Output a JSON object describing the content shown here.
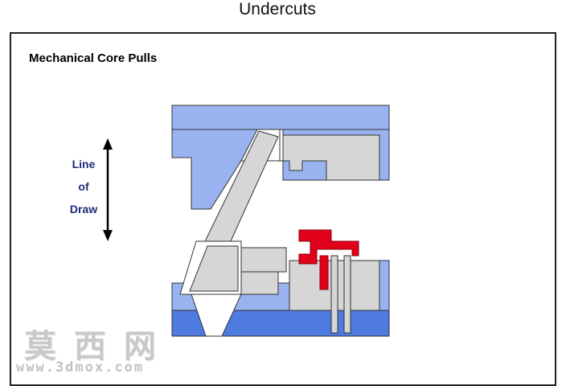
{
  "page": {
    "title": "Undercuts"
  },
  "panel": {
    "heading": "Mechanical Core Pulls",
    "line_of_draw": [
      "Line",
      "of",
      "Draw"
    ]
  },
  "colors": {
    "plate_blue": "#99b3f0",
    "plate_blue_dark": "#4f7ae0",
    "steel_grey": "#d6d6d6",
    "part_red": "#e0001a",
    "outline": "#333333",
    "label_navy": "#1f2a7a"
  },
  "watermark": {
    "logo_text": "莫西网",
    "url": "www.3dmox.com"
  }
}
